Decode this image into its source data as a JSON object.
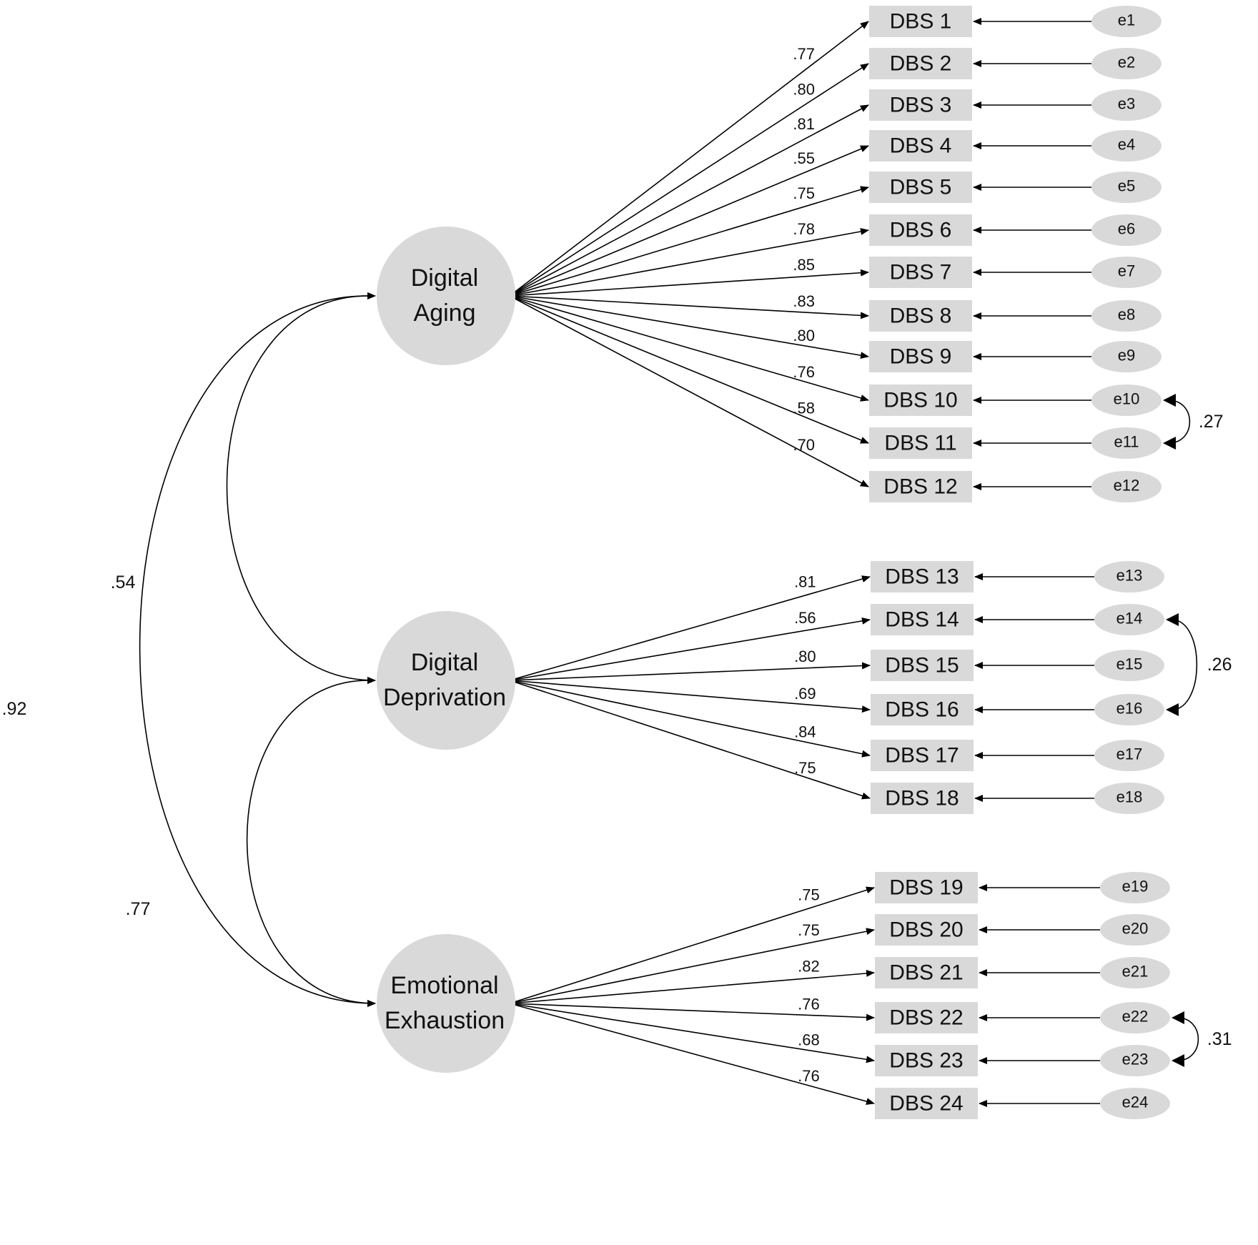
{
  "colors": {
    "node_fill": "#d9d9d9",
    "line": "#000000",
    "text": "#111111"
  },
  "factors": [
    {
      "id": "aging",
      "label_lines": [
        "Digital",
        "Aging"
      ]
    },
    {
      "id": "deprivation",
      "label_lines": [
        "Digital",
        "Deprivation"
      ]
    },
    {
      "id": "exhaustion",
      "label_lines": [
        "Emotional",
        "Exhaustion"
      ]
    }
  ],
  "items": [
    {
      "label": "DBS 1",
      "error": "e1",
      "factor": "aging",
      "loading": ".77"
    },
    {
      "label": "DBS 2",
      "error": "e2",
      "factor": "aging",
      "loading": ".80"
    },
    {
      "label": "DBS 3",
      "error": "e3",
      "factor": "aging",
      "loading": ".81"
    },
    {
      "label": "DBS 4",
      "error": "e4",
      "factor": "aging",
      "loading": ".55"
    },
    {
      "label": "DBS 5",
      "error": "e5",
      "factor": "aging",
      "loading": ".75"
    },
    {
      "label": "DBS 6",
      "error": "e6",
      "factor": "aging",
      "loading": ".78"
    },
    {
      "label": "DBS 7",
      "error": "e7",
      "factor": "aging",
      "loading": ".85"
    },
    {
      "label": "DBS 8",
      "error": "e8",
      "factor": "aging",
      "loading": ".83"
    },
    {
      "label": "DBS 9",
      "error": "e9",
      "factor": "aging",
      "loading": ".80"
    },
    {
      "label": "DBS 10",
      "error": "e10",
      "factor": "aging",
      "loading": ".76"
    },
    {
      "label": "DBS 11",
      "error": "e11",
      "factor": "aging",
      "loading": ".58"
    },
    {
      "label": "DBS 12",
      "error": "e12",
      "factor": "aging",
      "loading": ".70"
    },
    {
      "label": "DBS 13",
      "error": "e13",
      "factor": "deprivation",
      "loading": ".81"
    },
    {
      "label": "DBS 14",
      "error": "e14",
      "factor": "deprivation",
      "loading": ".56"
    },
    {
      "label": "DBS 15",
      "error": "e15",
      "factor": "deprivation",
      "loading": ".80"
    },
    {
      "label": "DBS 16",
      "error": "e16",
      "factor": "deprivation",
      "loading": ".69"
    },
    {
      "label": "DBS 17",
      "error": "e17",
      "factor": "deprivation",
      "loading": ".84"
    },
    {
      "label": "DBS 18",
      "error": "e18",
      "factor": "deprivation",
      "loading": ".75"
    },
    {
      "label": "DBS 19",
      "error": "e19",
      "factor": "exhaustion",
      "loading": ".75"
    },
    {
      "label": "DBS 20",
      "error": "e20",
      "factor": "exhaustion",
      "loading": ".75"
    },
    {
      "label": "DBS 21",
      "error": "e21",
      "factor": "exhaustion",
      "loading": ".82"
    },
    {
      "label": "DBS 22",
      "error": "e22",
      "factor": "exhaustion",
      "loading": ".76"
    },
    {
      "label": "DBS 23",
      "error": "e23",
      "factor": "exhaustion",
      "loading": ".68"
    },
    {
      "label": "DBS 24",
      "error": "e24",
      "factor": "exhaustion",
      "loading": ".76"
    }
  ],
  "factor_correlations": [
    {
      "from": "aging",
      "to": "deprivation",
      "value": ".54"
    },
    {
      "from": "deprivation",
      "to": "exhaustion",
      "value": ".77"
    },
    {
      "from": "aging",
      "to": "exhaustion",
      "value": ".92"
    }
  ],
  "error_covariances": [
    {
      "from": "e10",
      "to": "e11",
      "value": ".27"
    },
    {
      "from": "e14",
      "to": "e16",
      "value": ".26"
    },
    {
      "from": "e22",
      "to": "e23",
      "value": ".31"
    }
  ]
}
